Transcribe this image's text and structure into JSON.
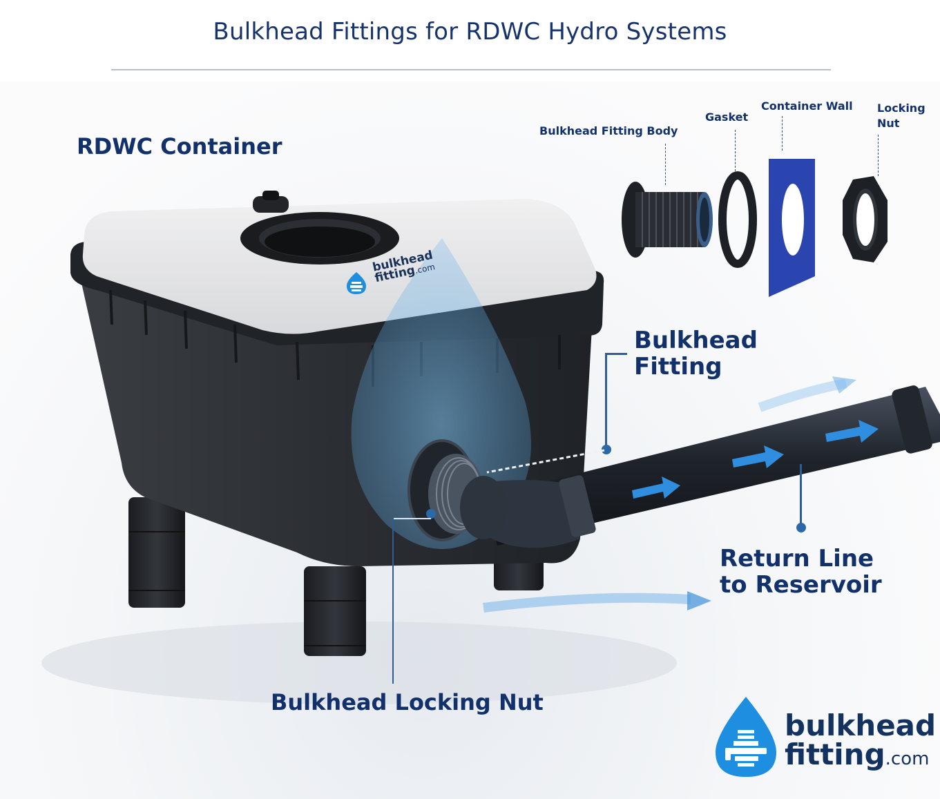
{
  "header": {
    "title": "Bulkhead Fittings for RDWC Hydro Systems"
  },
  "labels": {
    "container": "RDWC Container",
    "fitting_line1": "Bulkhead",
    "fitting_line2": "Fitting",
    "return_line1": "Return Line",
    "return_line2": "to Reservoir",
    "locking_nut": "Bulkhead Locking Nut"
  },
  "exploded_view": {
    "parts": [
      {
        "label": "Bulkhead Fitting Body"
      },
      {
        "label": "Gasket"
      },
      {
        "label": "Container Wall"
      },
      {
        "label_line1": "Locking",
        "label_line2": "Nut"
      }
    ]
  },
  "lid_logo": {
    "line1": "bulkhead",
    "line2": "fitting",
    "suffix": ".com"
  },
  "brand_logo": {
    "line1": "bulkhead",
    "line2": "fitting",
    "suffix": ".com"
  },
  "colors": {
    "title_navy": "#17336b",
    "label_navy": "#12306a",
    "accent_blue": "#1e8fe0",
    "wall_blue": "#2a45b0",
    "container_black": "#2a2d31",
    "lid_grey": "#e4e5e7"
  }
}
